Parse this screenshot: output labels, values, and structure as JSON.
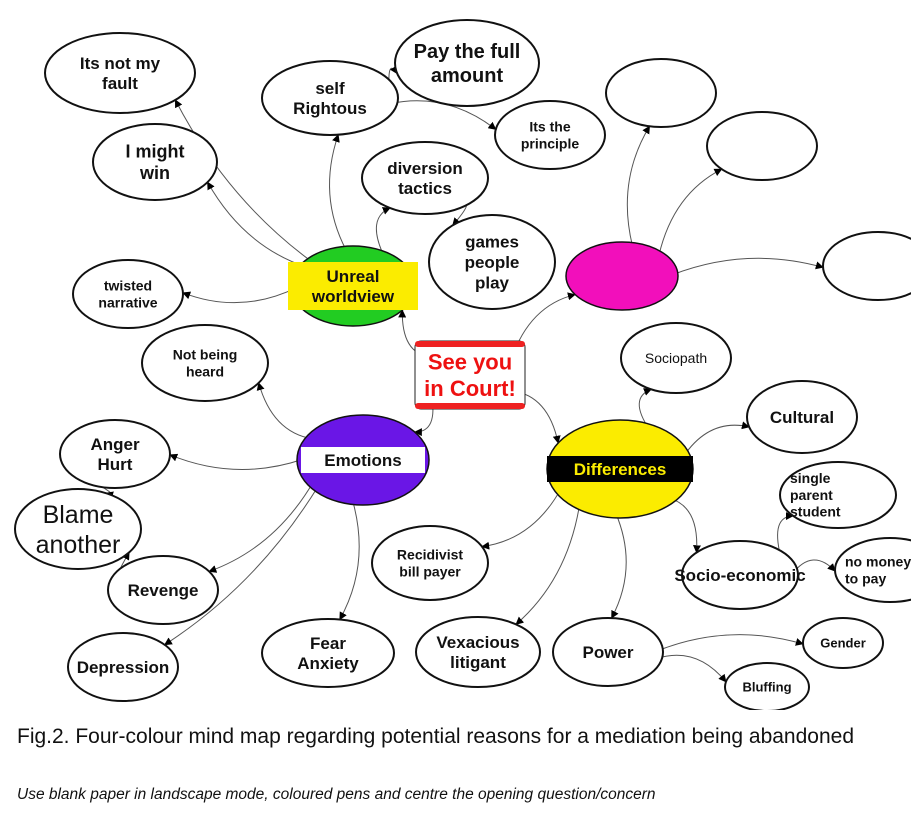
{
  "center": {
    "label_lines": [
      "See you",
      "in Court!"
    ],
    "text_color": "#ee1111",
    "band_color": "#ee2222"
  },
  "hubs": [
    {
      "id": "unreal",
      "label_lines": [
        "Unreal",
        "worldview"
      ],
      "fill": "#22cc22",
      "band": "#fbec00",
      "text_color": "#111111"
    },
    {
      "id": "magenta",
      "label_lines": [],
      "fill": "#f20fbb"
    },
    {
      "id": "emotions",
      "label_lines": [
        "Emotions"
      ],
      "fill": "#6a16e6",
      "band": "#ffffff",
      "text_color": "#111111"
    },
    {
      "id": "differences",
      "label_lines": [
        "Differences"
      ],
      "fill": "#fbec00",
      "band": "#000000",
      "text_color": "#fbec00"
    }
  ],
  "nodes": [
    {
      "id": "its-not-my-fault",
      "label_lines": [
        "Its not my",
        "fault"
      ]
    },
    {
      "id": "self-rightous",
      "label_lines": [
        "self",
        "Rightous"
      ]
    },
    {
      "id": "pay-the-full-amount",
      "label_lines": [
        "Pay the full",
        "amount"
      ]
    },
    {
      "id": "its-the-principle",
      "label_lines": [
        "Its the",
        "principle"
      ]
    },
    {
      "id": "i-might-win",
      "label_lines": [
        "I might",
        "win"
      ]
    },
    {
      "id": "diversion-tactics",
      "label_lines": [
        "diversion",
        "tactics"
      ]
    },
    {
      "id": "games-people-play",
      "label_lines": [
        "games",
        "people",
        "play"
      ]
    },
    {
      "id": "twisted-narrative",
      "label_lines": [
        "twisted",
        "narrative"
      ]
    },
    {
      "id": "blank-1",
      "label_lines": []
    },
    {
      "id": "blank-2",
      "label_lines": []
    },
    {
      "id": "blank-3",
      "label_lines": []
    },
    {
      "id": "not-being-heard",
      "label_lines": [
        "Not being",
        "heard"
      ]
    },
    {
      "id": "anger-hurt",
      "label_lines": [
        "Anger",
        "Hurt"
      ]
    },
    {
      "id": "blame-another",
      "label_lines": [
        "Blame",
        "another"
      ]
    },
    {
      "id": "revenge",
      "label_lines": [
        "Revenge"
      ]
    },
    {
      "id": "depression",
      "label_lines": [
        "Depression"
      ]
    },
    {
      "id": "fear-anxiety",
      "label_lines": [
        "Fear",
        "Anxiety"
      ]
    },
    {
      "id": "sociopath",
      "label_lines": [
        "Sociopath"
      ]
    },
    {
      "id": "cultural",
      "label_lines": [
        "Cultural"
      ]
    },
    {
      "id": "single-parent-student",
      "label_lines": [
        "single",
        "parent",
        "student"
      ]
    },
    {
      "id": "recidivist-bill-payer",
      "label_lines": [
        "Recidivist",
        "bill payer"
      ]
    },
    {
      "id": "socio-economic",
      "label_lines": [
        "Socio-economic"
      ]
    },
    {
      "id": "no-money-to-pay",
      "label_lines": [
        "no money",
        "to pay"
      ]
    },
    {
      "id": "vexacious-litigant",
      "label_lines": [
        "Vexacious",
        "litigant"
      ]
    },
    {
      "id": "power",
      "label_lines": [
        "Power"
      ]
    },
    {
      "id": "gender",
      "label_lines": [
        "Gender"
      ]
    },
    {
      "id": "bluffing",
      "label_lines": [
        "Bluffing"
      ]
    }
  ],
  "edges": [
    [
      "center",
      "unreal"
    ],
    [
      "center",
      "magenta"
    ],
    [
      "center",
      "emotions"
    ],
    [
      "center",
      "differences"
    ],
    [
      "unreal",
      "its-not-my-fault"
    ],
    [
      "unreal",
      "self-rightous"
    ],
    [
      "unreal",
      "i-might-win"
    ],
    [
      "unreal",
      "diversion-tactics"
    ],
    [
      "unreal",
      "twisted-narrative"
    ],
    [
      "self-rightous",
      "pay-the-full-amount"
    ],
    [
      "self-rightous",
      "its-the-principle"
    ],
    [
      "diversion-tactics",
      "games-people-play"
    ],
    [
      "magenta",
      "blank-1"
    ],
    [
      "magenta",
      "blank-2"
    ],
    [
      "magenta",
      "blank-3"
    ],
    [
      "emotions",
      "not-being-heard"
    ],
    [
      "emotions",
      "anger-hurt"
    ],
    [
      "emotions",
      "revenge"
    ],
    [
      "emotions",
      "depression"
    ],
    [
      "emotions",
      "fear-anxiety"
    ],
    [
      "anger-hurt",
      "blame-another"
    ],
    [
      "revenge",
      "blame-another"
    ],
    [
      "differences",
      "sociopath"
    ],
    [
      "differences",
      "cultural"
    ],
    [
      "differences",
      "recidivist-bill-payer"
    ],
    [
      "differences",
      "socio-economic"
    ],
    [
      "differences",
      "vexacious-litigant"
    ],
    [
      "differences",
      "power"
    ],
    [
      "socio-economic",
      "single-parent-student"
    ],
    [
      "socio-economic",
      "no-money-to-pay"
    ],
    [
      "power",
      "gender"
    ],
    [
      "power",
      "bluffing"
    ]
  ],
  "caption": {
    "title": "Fig.2. Four-colour mind map regarding potential reasons for a mediation being abandoned",
    "subtitle": "Use blank paper in landscape mode, coloured pens and centre the opening question/concern"
  }
}
